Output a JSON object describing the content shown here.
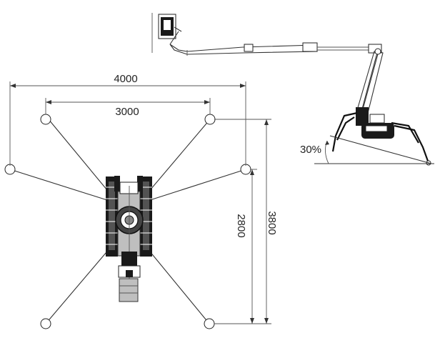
{
  "diagram": {
    "dimensions": {
      "overall_width": "4000",
      "inner_width": "3000",
      "inner_depth": "2800",
      "overall_depth": "3800"
    },
    "slope_label": "30%"
  }
}
